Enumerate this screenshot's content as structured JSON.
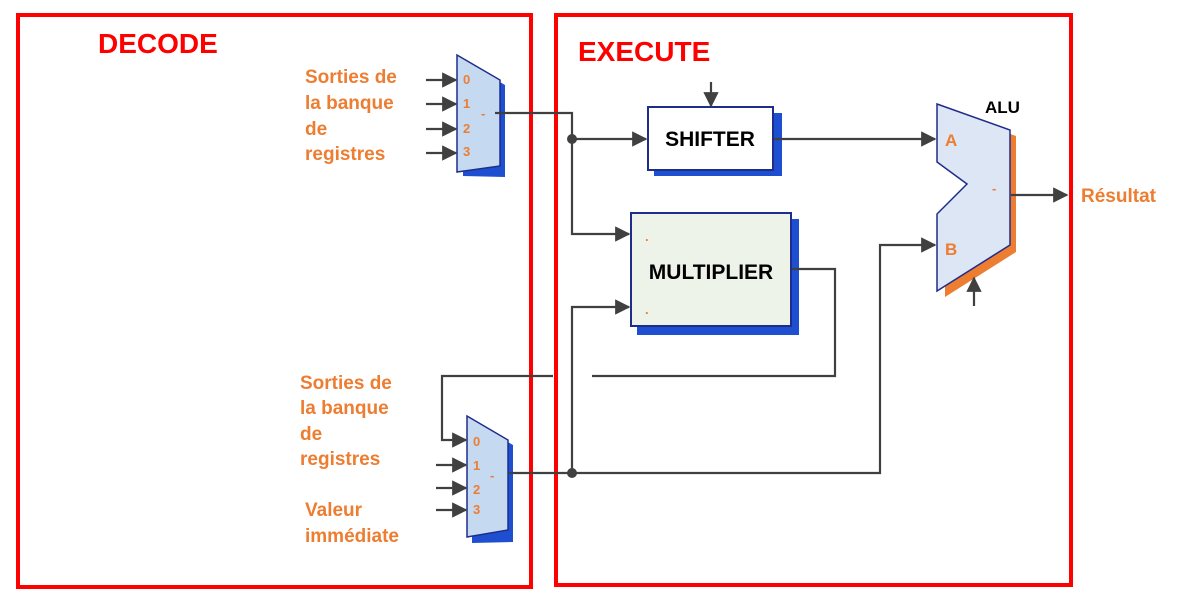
{
  "stages": {
    "decode": {
      "title": "DECODE"
    },
    "execute": {
      "title": "EXECUTE"
    }
  },
  "mux_top": {
    "inputs_label": [
      "Sorties de",
      "la  banque",
      "de",
      "registres"
    ],
    "ports": [
      "0",
      "1",
      "2",
      "3"
    ],
    "select": "-"
  },
  "mux_bottom": {
    "inputs_label": [
      "Sorties de",
      "la  banque",
      "de",
      "registres"
    ],
    "immediate_label": [
      "Valeur",
      "immédiate"
    ],
    "ports": [
      "0",
      "1",
      "2",
      "3"
    ],
    "select": "-"
  },
  "shifter": {
    "label": "SHIFTER"
  },
  "multiplier": {
    "label": "MULTIPLIER",
    "port_marks": [
      ".",
      "."
    ]
  },
  "alu": {
    "label": "ALU",
    "port_a": "A",
    "port_b": "B",
    "select": "-"
  },
  "output": {
    "label": "Résultat"
  },
  "colors": {
    "stage_border": "#ff0000",
    "label_orange": "#ed7d31",
    "mux_fill": "#c5d9f1",
    "block_border": "#1f2d8a",
    "block_shadow": "#1f4fd1",
    "alu_fill": "#dce6f5"
  }
}
